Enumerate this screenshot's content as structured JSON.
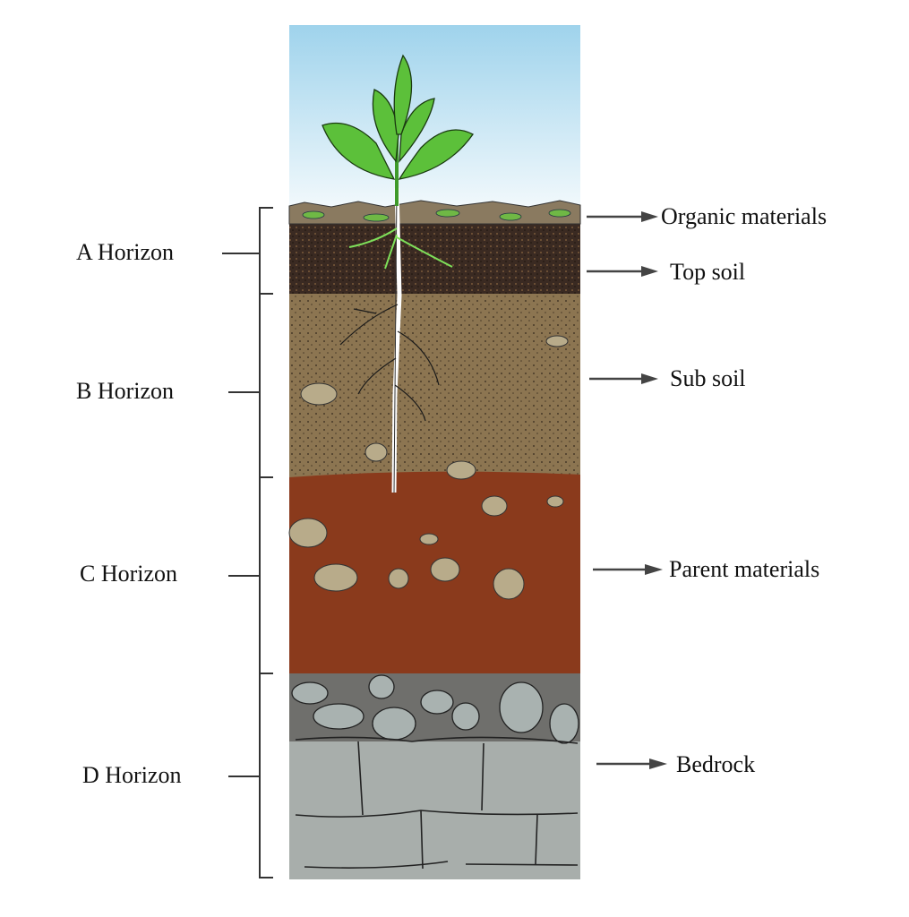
{
  "horizons": [
    {
      "label": "A Horizon"
    },
    {
      "label": "B Horizon"
    },
    {
      "label": "C Horizon"
    },
    {
      "label": "D Horizon"
    }
  ],
  "layers": [
    {
      "label": "Organic materials"
    },
    {
      "label": "Top soil"
    },
    {
      "label": "Sub soil"
    },
    {
      "label": "Parent materials"
    },
    {
      "label": "Bedrock"
    }
  ],
  "colors": {
    "sky_top": "#9fd3ec",
    "sky_bottom": "#eef7fb",
    "organic": "#8a7a60",
    "topsoil": "#3a2a22",
    "subsoil": "#8c7551",
    "parent": "#8a3a1c",
    "rock_layer": "#6f6f6c",
    "bedrock": "#a8aeab",
    "plant": "#5cc03a"
  }
}
